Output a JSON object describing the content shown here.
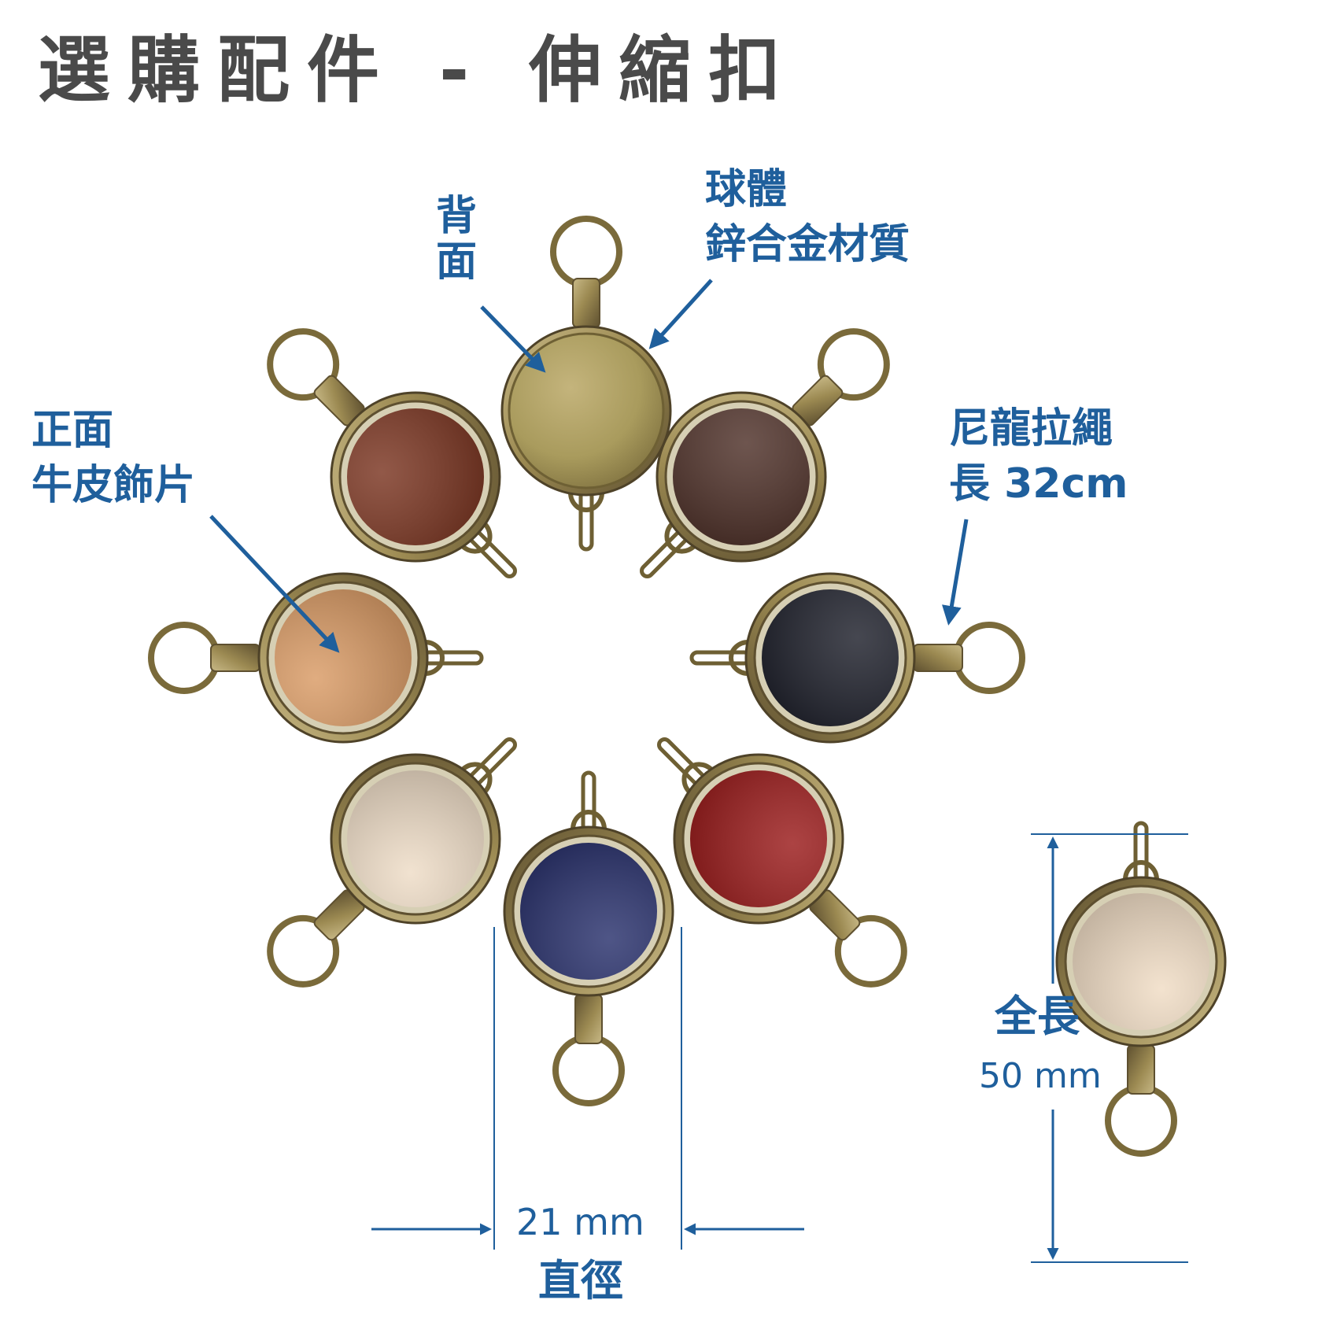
{
  "title": "選購配件 - 伸縮扣",
  "labels": {
    "back": {
      "line1": "背",
      "line2": "面"
    },
    "body": {
      "line1": "球體",
      "line2": "鋅合金材質"
    },
    "front": {
      "line1": "正面",
      "line2": "牛皮飾片"
    },
    "cord": {
      "line1": "尼龍拉繩",
      "line2": "長 32cm"
    },
    "length": {
      "label": "全長",
      "value": "50 mm"
    },
    "diameter": {
      "value": "21 mm",
      "label": "直徑"
    }
  },
  "colors": {
    "annotation": "#1f5f9c",
    "title": "#4a4a4a",
    "brass": "#9c8a52",
    "brass_dark": "#5e5030",
    "back_face": "#a99b5d",
    "leather": [
      "#7a3420",
      "#4e3028",
      "#d99a64",
      "#1d1f2a",
      "#eedcc6",
      "#28306c",
      "#9a1a1a"
    ],
    "sample_leather": "#f0dcc4"
  }
}
